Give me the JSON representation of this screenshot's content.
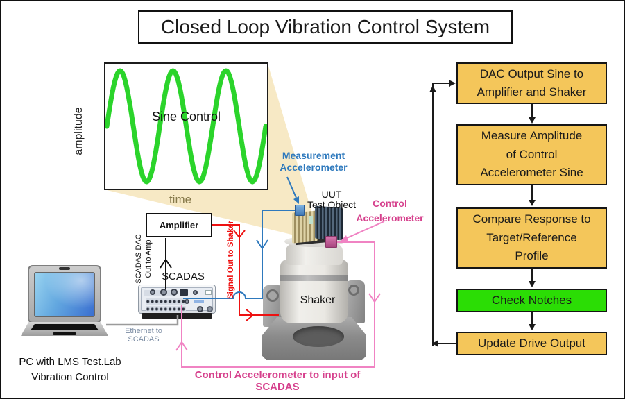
{
  "title": "Closed Loop Vibration Control System",
  "sine_plot": {
    "annotation": "Sine Control",
    "ylabel": "amplitude",
    "xlabel": "time",
    "cycles": 3,
    "wave_color": "#2bd42b"
  },
  "labels": {
    "measurement_accel": [
      "Measurement",
      "Accelerometer"
    ],
    "uut": [
      "UUT",
      "Test Object"
    ],
    "control_accel": [
      "Control",
      "Accelerometer"
    ],
    "shaker": "Shaker",
    "amplifier": "Amplifier",
    "scadas": "SCADAS",
    "dac_out": [
      "SCADAS  DAC",
      "Out to Amp"
    ],
    "signal_out": "Signal Out to Shaker",
    "ethernet": "Ethernet to SCADAS",
    "pc": [
      "PC with LMS Test.Lab",
      "Vibration Control"
    ],
    "control_wire": "Control Accelerometer to input of SCADAS"
  },
  "flowchart": {
    "box_fill_yellow": "#f4c65a",
    "box_fill_green": "#2bdd05",
    "steps": [
      {
        "lines": [
          "DAC Output Sine to",
          "Amplifier and Shaker"
        ]
      },
      {
        "lines": [
          "Measure Amplitude",
          "of Control",
          "Accelerometer Sine"
        ]
      },
      {
        "lines": [
          "Compare Response to",
          "Target/Reference",
          "Profile"
        ]
      },
      {
        "lines": [
          "Check Notches"
        ]
      },
      {
        "lines": [
          "Update Drive Output"
        ]
      }
    ]
  },
  "colors": {
    "cone": "#f7e9c5",
    "wire_red": "#ee1111",
    "wire_blue": "#2e79bd",
    "wire_pink": "#f083c3",
    "label_pink": "#d6418d"
  }
}
